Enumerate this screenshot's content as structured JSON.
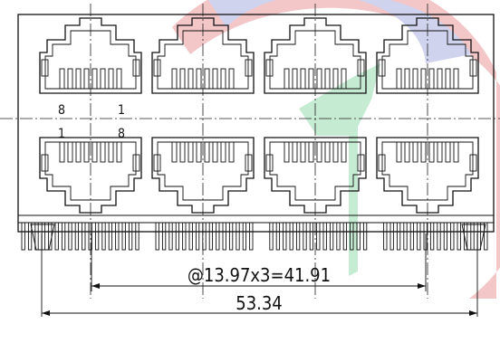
{
  "drawing": {
    "port_grid": {
      "rows": 2,
      "columns": 4
    },
    "pin_labels": {
      "top_row": {
        "left": "8",
        "right": "1"
      },
      "bottom_row": {
        "left": "1",
        "right": "8"
      }
    },
    "dimensions": {
      "pitch_label": "@13.97x3=41.91",
      "overall_label": "53.34"
    },
    "colors": {
      "line": "#111111",
      "watermark_red": "#f3c6c8",
      "watermark_blue": "#cfd3ee",
      "watermark_green": "#c6ebd3"
    },
    "watermark_icon": "company-logo-watermark"
  }
}
